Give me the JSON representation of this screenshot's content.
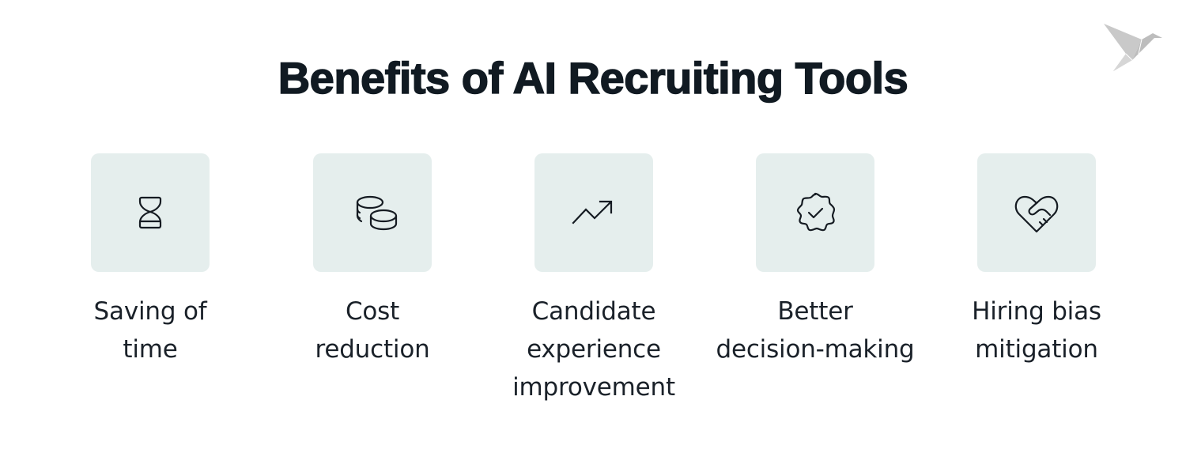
{
  "header": {
    "title": "Benefits of AI Recruiting Tools",
    "logo_icon": "origami-bird-icon",
    "logo_color": "#c4c4c4"
  },
  "colors": {
    "tile_background": "#e5eeed",
    "text": "#151b22"
  },
  "benefits": [
    {
      "icon": "hourglass-icon",
      "label_lines": [
        "Saving of",
        "time"
      ]
    },
    {
      "icon": "coins-icon",
      "label_lines": [
        "Cost",
        "reduction"
      ]
    },
    {
      "icon": "trending-up-icon",
      "label_lines": [
        "Candidate",
        "experience",
        "improvement"
      ]
    },
    {
      "icon": "verified-badge-icon",
      "label_lines": [
        "Better",
        "decision-making"
      ]
    },
    {
      "icon": "heart-handshake-icon",
      "label_lines": [
        "Hiring bias",
        "mitigation"
      ]
    }
  ]
}
